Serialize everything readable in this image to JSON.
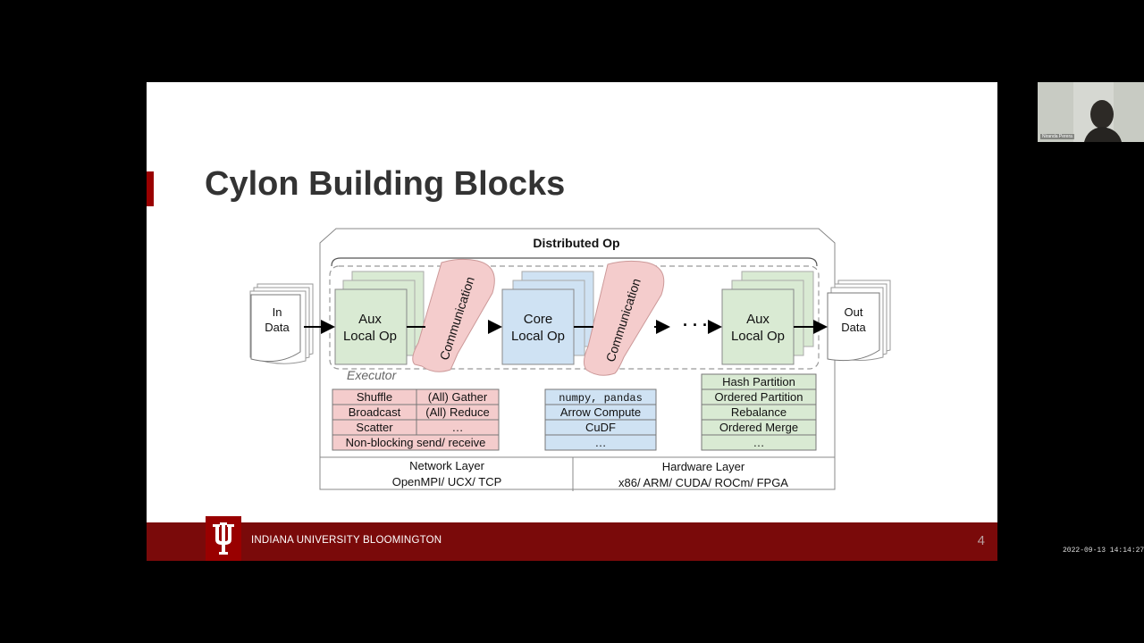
{
  "slide": {
    "title": "Cylon Building Blocks",
    "footer_university": "INDIANA UNIVERSITY BLOOMINGTON",
    "page_number": "4"
  },
  "diagram": {
    "distributed_op": "Distributed Op",
    "in_data": [
      "In",
      "Data"
    ],
    "out_data": [
      "Out",
      "Data"
    ],
    "aux_local_op_1": [
      "Aux",
      "Local Op"
    ],
    "core_local_op": [
      "Core",
      "Local Op"
    ],
    "aux_local_op_2": [
      "Aux",
      "Local Op"
    ],
    "communication_1": "Communication",
    "communication_2": "Communication",
    "ellipsis_flow": "· · ·",
    "executor": "Executor",
    "comm_table": {
      "rows": [
        [
          "Shuffle",
          "(All) Gather"
        ],
        [
          "Broadcast",
          "(All) Reduce"
        ],
        [
          "Scatter",
          "…"
        ]
      ],
      "footer": "Non-blocking send/ receive"
    },
    "core_table": [
      "numpy, pandas",
      "Arrow Compute",
      "CuDF",
      "…"
    ],
    "aux_table": [
      "Hash Partition",
      "Ordered Partition",
      "Rebalance",
      "Ordered Merge",
      "…"
    ],
    "network_layer": {
      "title": "Network Layer",
      "detail": "OpenMPI/ UCX/ TCP"
    },
    "hardware_layer": {
      "title": "Hardware Layer",
      "detail": "x86/ ARM/ CUDA/ ROCm/ FPGA"
    }
  },
  "video": {
    "participant_name": "Niranda Perera",
    "timestamp": "2022-09-13  14:14:27"
  },
  "colors": {
    "iu_crimson": "#990000",
    "footer_bar": "#7a0a0a",
    "comm_pink": "#f4cccc",
    "core_blue": "#cfe2f3",
    "aux_green": "#d9ead3"
  }
}
